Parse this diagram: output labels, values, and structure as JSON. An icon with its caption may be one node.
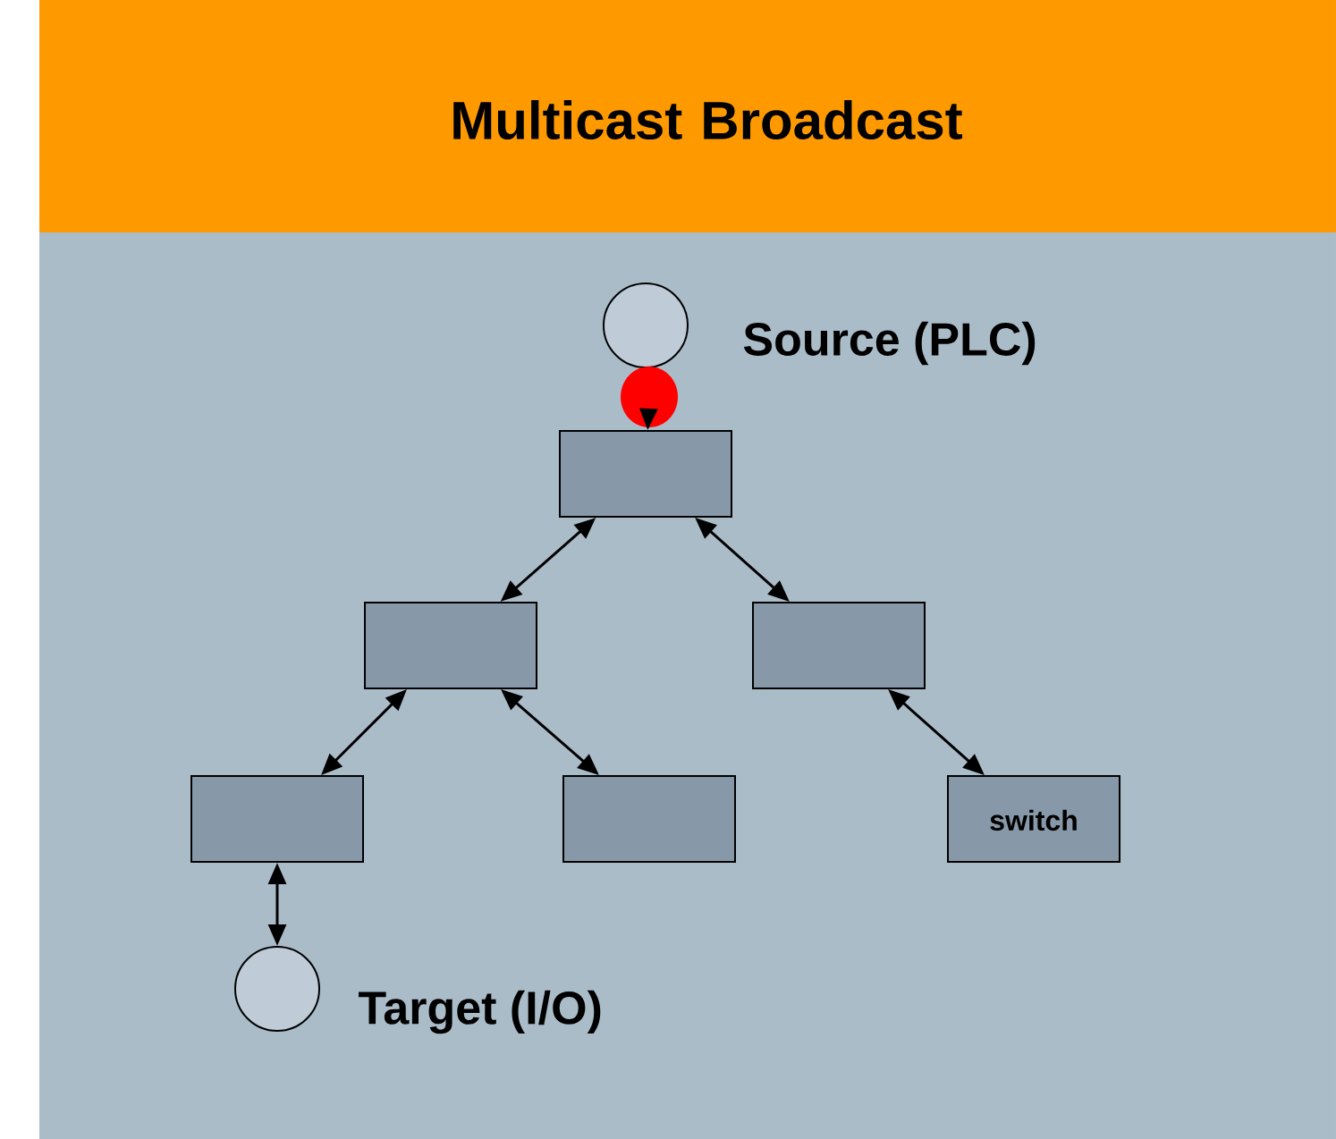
{
  "diagram": {
    "title": "Multicast Broadcast",
    "nodes": [
      {
        "text": [],
        "shape": "circle",
        "beside": [
          "Source (PLC)"
        ]
      },
      {
        "text": [],
        "shape": "circle"
      },
      {
        "text": [],
        "shape": "box"
      },
      {
        "text": [],
        "shape": "box"
      },
      {
        "text": [],
        "shape": "box"
      },
      {
        "text": [],
        "shape": "box"
      },
      {
        "text": [],
        "shape": "box"
      },
      {
        "text": [
          "switch"
        ]
      },
      {
        "text": [],
        "shape": "circle",
        "beside": [
          "Target (I/O)"
        ]
      }
    ],
    "edges": [
      {
        "from": 1,
        "to": 2,
        "arrow": "to"
      },
      {
        "from": 2,
        "to": 3,
        "arrow": "both"
      },
      {
        "from": 2,
        "to": 4,
        "arrow": "both"
      },
      {
        "from": 3,
        "to": 5,
        "arrow": "both"
      },
      {
        "from": 3,
        "to": 6,
        "arrow": "both"
      },
      {
        "from": 4,
        "to": 7,
        "arrow": "both"
      },
      {
        "from": 5,
        "to": 8,
        "arrow": "both"
      }
    ]
  }
}
